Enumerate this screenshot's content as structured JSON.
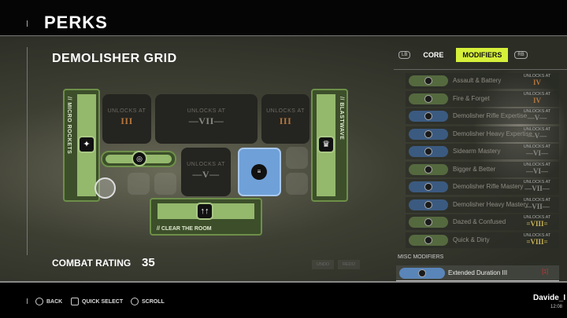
{
  "header": {
    "title": "PERKS"
  },
  "grid": {
    "title": "DEMOLISHER GRID",
    "left_perk": "// MICRO ROCKETS",
    "right_perk": "// BLASTWAVE",
    "bottom_perk": "// CLEAR THE ROOM",
    "locks": [
      {
        "label": "UNLOCKS AT",
        "rank": "III"
      },
      {
        "label": "UNLOCKS AT",
        "rank": "—VII—"
      },
      {
        "label": "UNLOCKS AT",
        "rank": "III"
      },
      {
        "label": "UNLOCKS AT",
        "rank": "—V—"
      }
    ]
  },
  "combat_rating": {
    "label": "COMBAT RATING",
    "value": "35"
  },
  "actions": {
    "undo": "UNDO",
    "redo": "REDO"
  },
  "tabs": {
    "left_hint": "LB",
    "right_hint": "RB",
    "items": [
      "CORE",
      "MODIFIERS"
    ],
    "active": "MODIFIERS"
  },
  "modifiers": [
    {
      "name": "Assault & Battery",
      "unlock": "UNLOCKS AT",
      "rank": "IV",
      "color": "g"
    },
    {
      "name": "Fire & Forget",
      "unlock": "UNLOCKS AT",
      "rank": "IV",
      "color": "g"
    },
    {
      "name": "Demolisher Rifle Expertise",
      "unlock": "UNLOCKS AT",
      "rank": "—V—",
      "color": "b"
    },
    {
      "name": "Demolisher Heavy Expertise",
      "unlock": "UNLOCKS AT",
      "rank": "—V—",
      "color": "b"
    },
    {
      "name": "Sidearm Mastery",
      "unlock": "UNLOCKS AT",
      "rank": "—VI—",
      "color": "b"
    },
    {
      "name": "Bigger & Better",
      "unlock": "UNLOCKS AT",
      "rank": "—VI—",
      "color": "g"
    },
    {
      "name": "Demolisher Rifle Mastery",
      "unlock": "UNLOCKS AT",
      "rank": "—VII—",
      "color": "b"
    },
    {
      "name": "Demolisher Heavy Mastery",
      "unlock": "UNLOCKS AT",
      "rank": "—VII—",
      "color": "b"
    },
    {
      "name": "Dazed & Confused",
      "unlock": "UNLOCKS AT",
      "rank": "=VIII=",
      "color": "g"
    },
    {
      "name": "Quick & Dirty",
      "unlock": "UNLOCKS AT",
      "rank": "=VIII=",
      "color": "g"
    }
  ],
  "misc": {
    "label": "MISC MODIFIERS",
    "item": "Extended Duration III",
    "badge": "[1]"
  },
  "footer": {
    "back": "BACK",
    "quick_select": "QUICK SELECT",
    "scroll": "SCROLL",
    "user": "Davide_I",
    "time": "12:08"
  },
  "colors": {
    "accent": "#d6f03a",
    "perk_green": "#94b86c",
    "perk_blue": "#6fa0d8",
    "bronze": "#b6763d"
  }
}
